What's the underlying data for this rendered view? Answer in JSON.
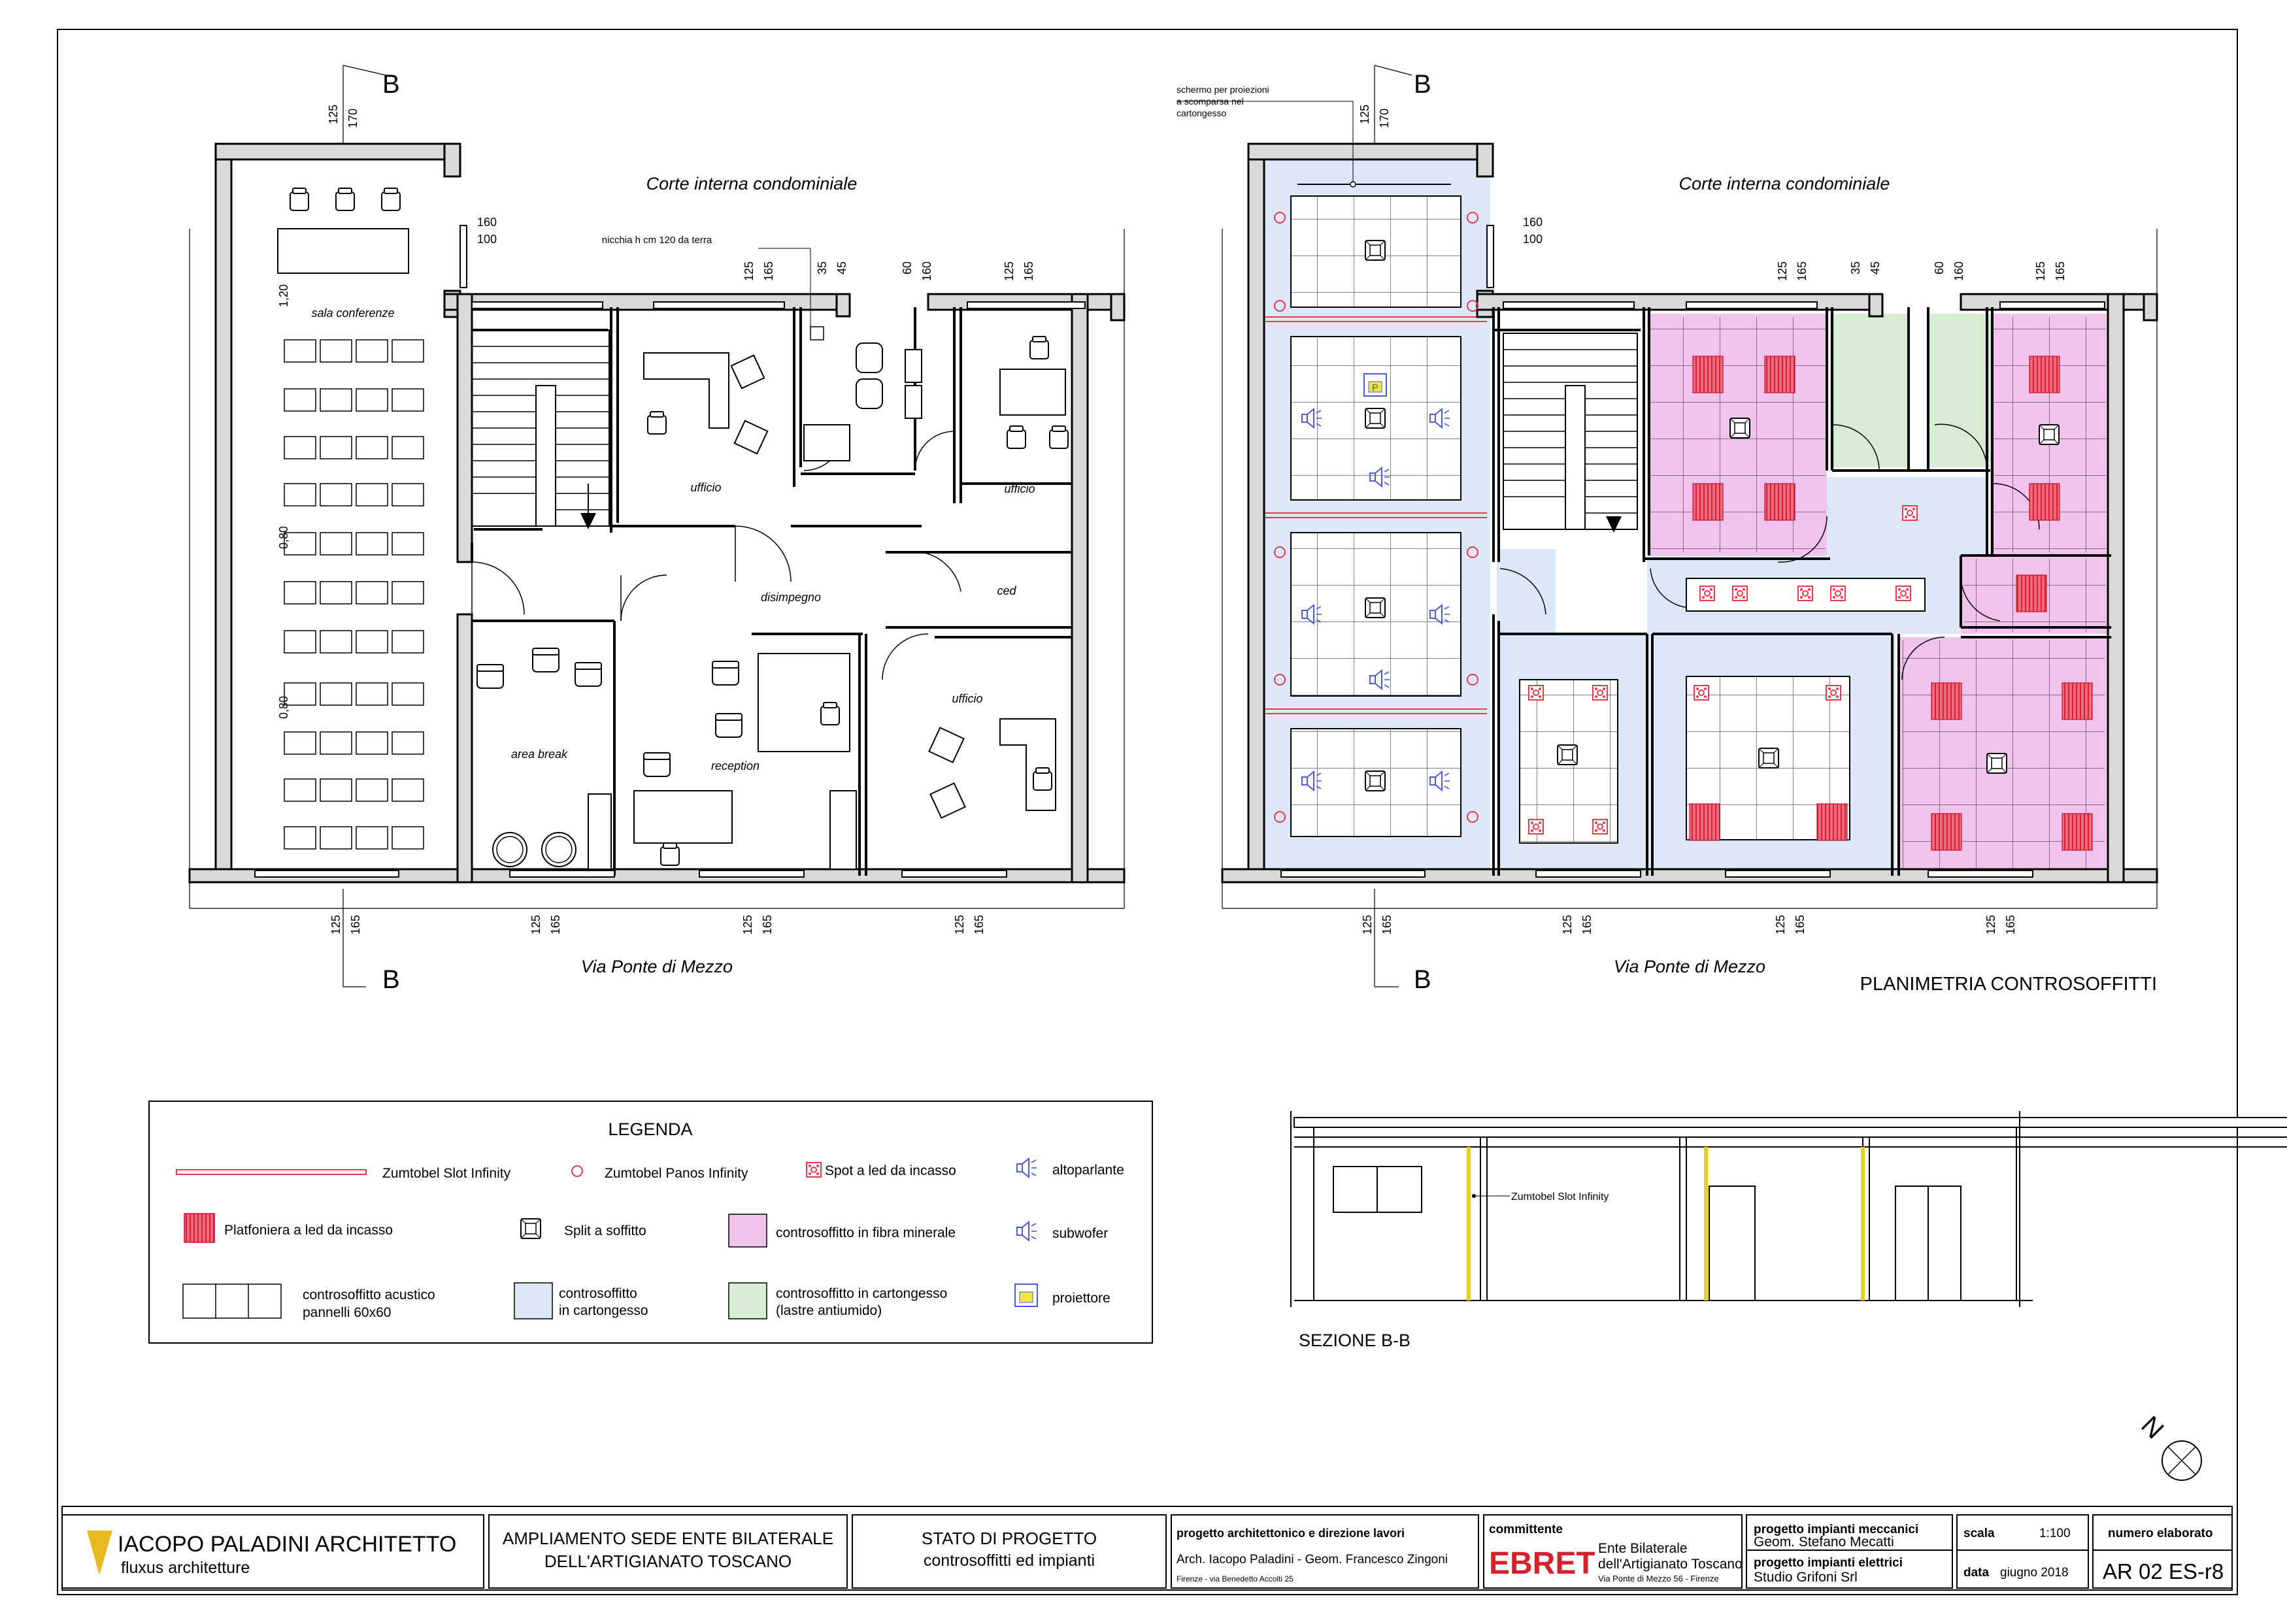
{
  "plans": {
    "courtyard": "Corte interna condominiale",
    "street": "Via Ponte di Mezzo",
    "section_marker": "B",
    "ceiling_plan_title": "PLANIMETRIA CONTROSOFFITTI"
  },
  "dims": {
    "d125": "125",
    "d165": "165",
    "d170": "170",
    "d160": "160",
    "d100": "100",
    "d35": "35",
    "d45": "45",
    "d60": "60",
    "d120": "1,20",
    "d080": "0,80"
  },
  "left_plan": {
    "rooms": {
      "sala_conferenze": "sala conferenze",
      "ufficio": "ufficio",
      "disimpegno": "disimpegno",
      "ced": "ced",
      "area_break": "area break",
      "reception": "reception"
    },
    "niche_note": "nicchia h cm 120 da terra"
  },
  "right_plan": {
    "screen_note": [
      "schermo per proiezioni",
      "a scomparsa nel",
      "cartongesso"
    ],
    "projector_symbol": "P"
  },
  "legend": {
    "title": "LEGENDA",
    "items": {
      "slot": "Zumtobel Slot Infinity",
      "panos": "Zumtobel Panos Infinity",
      "spot": "Spot a led da incasso",
      "speaker": "altoparlante",
      "platfoniera": "Platfoniera a led da incasso",
      "split": "Split a soffitto",
      "fibra": "controsoffitto in fibra minerale",
      "subwofer": "subwofer",
      "acustico_1": "controsoffitto acustico",
      "acustico_2": "pannelli 60x60",
      "cartongesso_1": "controsoffitto",
      "cartongesso_2": "in cartongesso",
      "antiumido_1": "controsoffitto in cartongesso",
      "antiumido_2": "(lastre antiumido)",
      "proiettore": "proiettore"
    }
  },
  "section": {
    "label": "SEZIONE B-B",
    "slot_note": "Zumtobel Slot Infinity"
  },
  "north": "N",
  "title_block": {
    "logo_main": "IACOPO PALADINI ARCHITETTO",
    "logo_sub": "fluxus architetture",
    "project_1": "AMPLIAMENTO SEDE ENTE BILATERALE",
    "project_2": "DELL'ARTIGIANATO TOSCANO",
    "stage_1": "STATO DI PROGETTO",
    "stage_2": "controsoffitti ed impianti",
    "design_head": "progetto architettonico e direzione lavori",
    "design_names": "Arch. Iacopo Paladini - Geom. Francesco Zingoni",
    "design_addr": "Firenze - via Benedetto Accolti 25",
    "client_head": "committente",
    "client_logo": "EBRET",
    "client_name_1": "Ente Bilaterale",
    "client_name_2": "dell'Artigianato Toscano",
    "client_addr": "Via Ponte di Mezzo 56 - Firenze",
    "mech_head": "progetto impianti meccanici",
    "mech_name": "Geom. Stefano Mecatti",
    "elec_head": "progetto impianti elettrici",
    "elec_name": "Studio Grifoni Srl",
    "scale_label": "scala",
    "scale_value": "1:100",
    "date_label": "data",
    "date_value": "giugno 2018",
    "number_label": "numero elaborato",
    "number_value": "AR 02 ES-r8"
  },
  "colors": {
    "acoustic_blue": "#dce8f8",
    "mineral_pink": "#f2c3ec",
    "moisture_green": "#d8ecd3",
    "led_red": "#e8384a",
    "speaker_blue": "#4a5bd8",
    "logo_gold": "#e8b820",
    "ebret_red": "#d6202a"
  }
}
